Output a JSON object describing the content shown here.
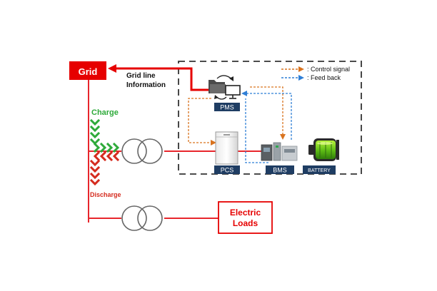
{
  "grid": {
    "label": "Grid"
  },
  "grid_line_info": {
    "line1": "Grid line",
    "line2": "Information"
  },
  "flows": {
    "charge": "Charge",
    "discharge": "Discharge"
  },
  "legend": {
    "control_signal": ": Control signal",
    "feed_back": ": Feed back"
  },
  "components": {
    "pms": "PMS",
    "pcs": "PCS",
    "bms": "BMS",
    "battery": "BATTERY"
  },
  "loads": {
    "line1": "Electric",
    "line2": "Loads"
  },
  "colors": {
    "grid_red": "#e60000",
    "line_red": "#e8262c",
    "charge_green": "#2eaa3a",
    "discharge_red": "#d52b1e",
    "control_orange": "#d9731f",
    "feedback_blue": "#2f7fd6",
    "label_navy": "#1f3d63"
  }
}
